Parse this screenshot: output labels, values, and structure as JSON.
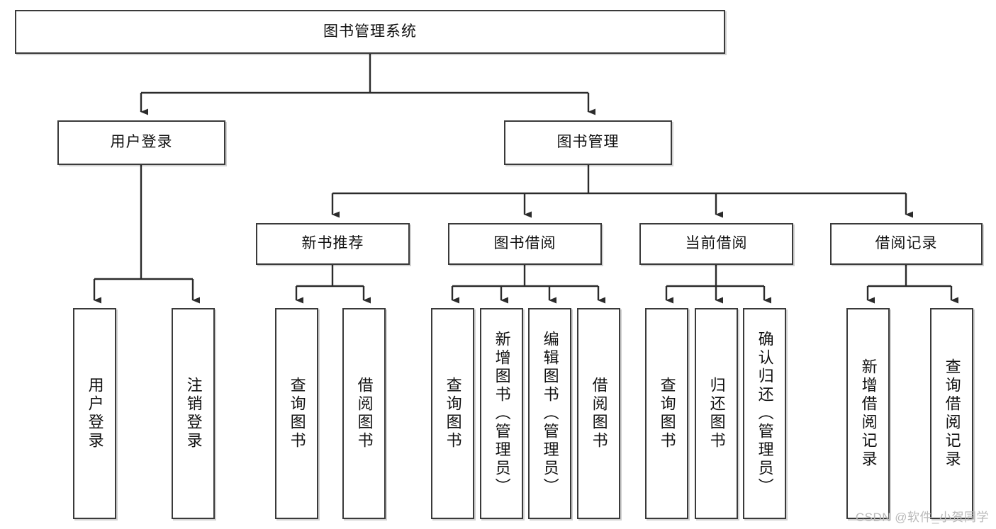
{
  "diagram": {
    "title": "图书管理系统",
    "type": "hierarchy-tree",
    "orientation": "top-down",
    "colors": {
      "box_border": "#3a3a3a",
      "box_fill": "#ffffff",
      "edge": "#2b2b2b",
      "text": "#111111",
      "watermark": "#b9b9b9"
    },
    "levels": {
      "root": {
        "label": "图书管理系统"
      },
      "level2": [
        {
          "id": "user-login",
          "label": "用户登录"
        },
        {
          "id": "book-manage",
          "label": "图书管理"
        }
      ],
      "level3": [
        {
          "id": "new-book-rec",
          "label": "新书推荐",
          "parent": "book-manage"
        },
        {
          "id": "book-borrow",
          "label": "图书借阅",
          "parent": "book-manage"
        },
        {
          "id": "current-borrow",
          "label": "当前借阅",
          "parent": "book-manage"
        },
        {
          "id": "borrow-record",
          "label": "借阅记录",
          "parent": "book-manage"
        }
      ],
      "leaves": [
        {
          "id": "leaf-user-login",
          "label": "用户登录",
          "parent": "user-login"
        },
        {
          "id": "leaf-user-logout",
          "label": "注销登录",
          "parent": "user-login"
        },
        {
          "id": "leaf-query-book-1",
          "label": "查询图书",
          "parent": "new-book-rec"
        },
        {
          "id": "leaf-borrow-book-1",
          "label": "借阅图书",
          "parent": "new-book-rec"
        },
        {
          "id": "leaf-query-book-2",
          "label": "查询图书",
          "parent": "book-borrow"
        },
        {
          "id": "leaf-add-book",
          "label": "新增图书（管理员）",
          "parent": "book-borrow"
        },
        {
          "id": "leaf-edit-book",
          "label": "编辑图书（管理员）",
          "parent": "book-borrow"
        },
        {
          "id": "leaf-borrow-book-2",
          "label": "借阅图书",
          "parent": "book-borrow"
        },
        {
          "id": "leaf-query-book-3",
          "label": "查询图书",
          "parent": "current-borrow"
        },
        {
          "id": "leaf-return-book",
          "label": "归还图书",
          "parent": "current-borrow"
        },
        {
          "id": "leaf-confirm-return",
          "label": "确认归还（管理员）",
          "parent": "current-borrow"
        },
        {
          "id": "leaf-add-record",
          "label": "新增借阅记录",
          "parent": "borrow-record"
        },
        {
          "id": "leaf-query-record",
          "label": "查询借阅记录",
          "parent": "borrow-record"
        }
      ]
    },
    "watermark": "CSDN @软件_小贺同学"
  }
}
